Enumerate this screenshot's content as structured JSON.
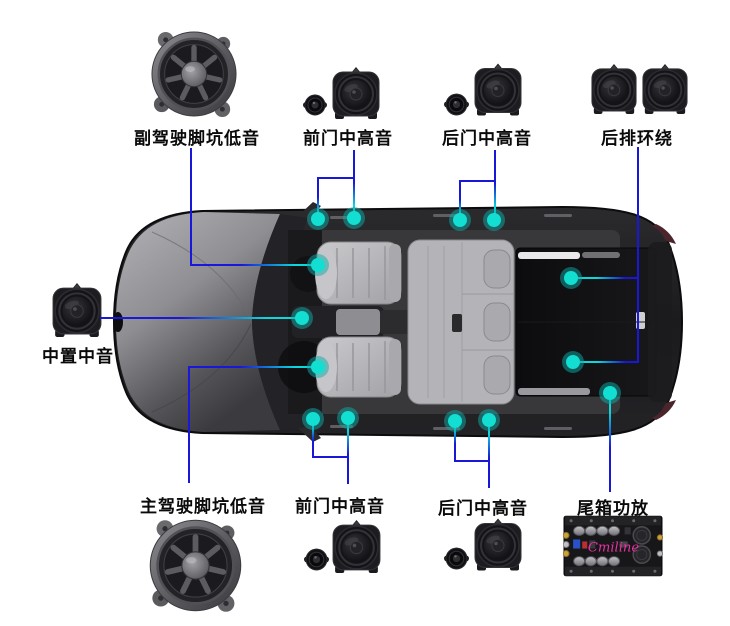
{
  "page": {
    "background": "#ffffff"
  },
  "diagram": {
    "type": "car-audio-speaker-layout-top-view",
    "labels": {
      "top": [
        {
          "text": "副驾驶脚坑低音"
        },
        {
          "text": "前门中高音"
        },
        {
          "text": "后门中高音"
        },
        {
          "text": "后排环绕"
        }
      ],
      "left": [
        {
          "text": "中置中音"
        }
      ],
      "bottom": [
        {
          "text": "主驾驶脚坑低音"
        },
        {
          "text": "前门中高音"
        },
        {
          "text": "后门中高音"
        },
        {
          "text": "尾箱功放"
        }
      ]
    },
    "amp_logo": "Cmiline",
    "icons": {
      "woofer": "large-cone-bass-speaker",
      "tweeter": "small-dome-speaker",
      "mid-speaker": "coaxial-door-speaker",
      "amplifier": "amplifier-circuit-board",
      "marker": "cyan-position-dot"
    },
    "colors": {
      "connector_blue": "#1a18d8",
      "connector_cyan": "#0cd8dc",
      "marker_core": "#12ded2",
      "marker_halo": "rgba(14,170,166,0.5)",
      "label_text": "#0a0a0a",
      "amp_logo_pink": "#e832a0",
      "background": "#ffffff"
    }
  }
}
